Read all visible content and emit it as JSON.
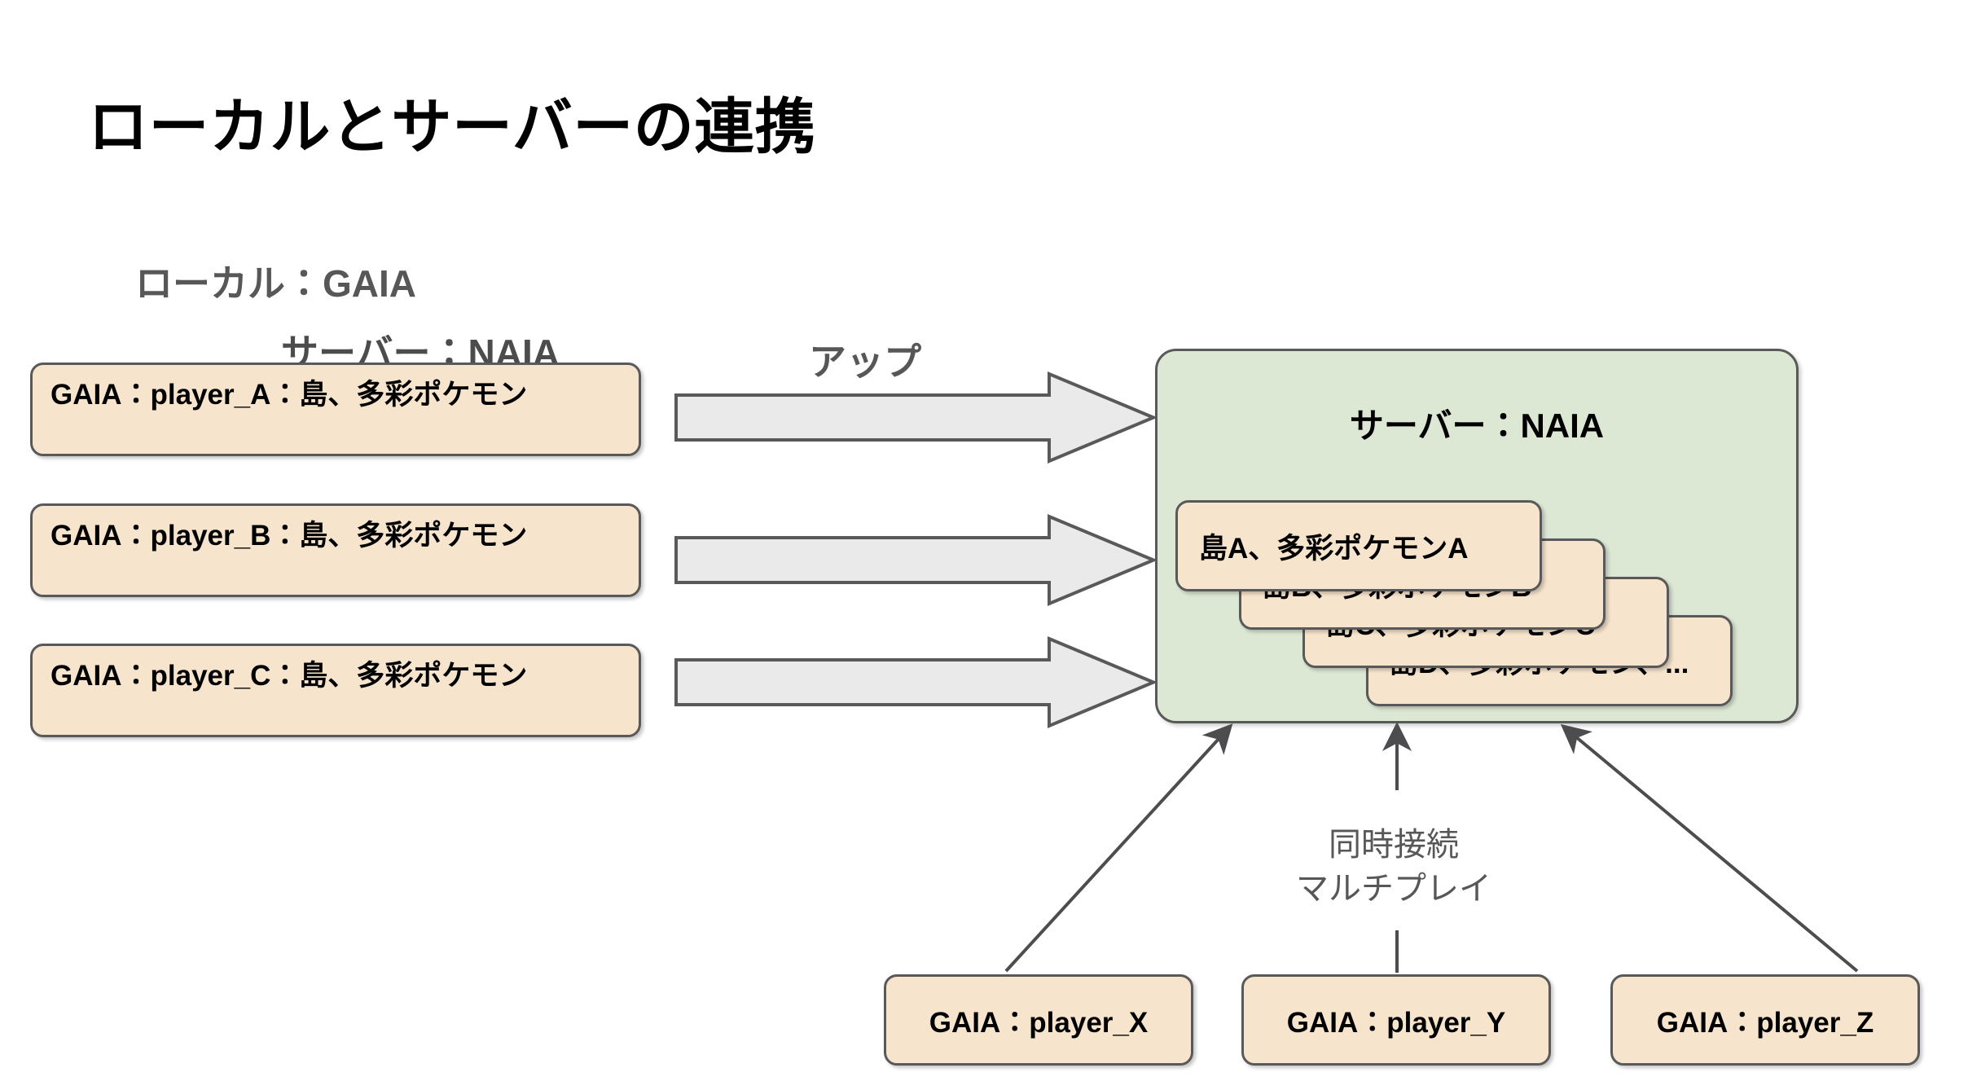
{
  "slide": {
    "title": "ローカルとサーバーの連携"
  },
  "captions": {
    "local": "ローカル：GAIA",
    "server_overlay": "サーバー：NAIA",
    "upload": "アップ"
  },
  "local_boxes": [
    {
      "label": "GAIA：player_A：島、多彩ポケモン"
    },
    {
      "label": "GAIA：player_B：島、多彩ポケモン"
    },
    {
      "label": "GAIA：player_C：島、多彩ポケモン"
    }
  ],
  "server": {
    "title": "サーバー：NAIA",
    "cards": [
      {
        "label": "島A、多彩ポケモンA"
      },
      {
        "label": "島B、多彩ポケモンB"
      },
      {
        "label": "島C、多彩ポケモンC"
      },
      {
        "label": "島D、多彩ポケモン、..."
      }
    ]
  },
  "connection": {
    "line1": "同時接続",
    "line2": "マルチプレイ"
  },
  "players": [
    {
      "label": "GAIA：player_X"
    },
    {
      "label": "GAIA：player_Y"
    },
    {
      "label": "GAIA：player_Z"
    }
  ],
  "colors": {
    "node_fill": "#F7E4CD",
    "node_border": "#595959",
    "server_fill": "#DCE7D4",
    "arrow_fill": "#EAEAEA",
    "arrow_border": "#595959",
    "caption_gray": "#575757",
    "background": "#FFFFFF"
  }
}
